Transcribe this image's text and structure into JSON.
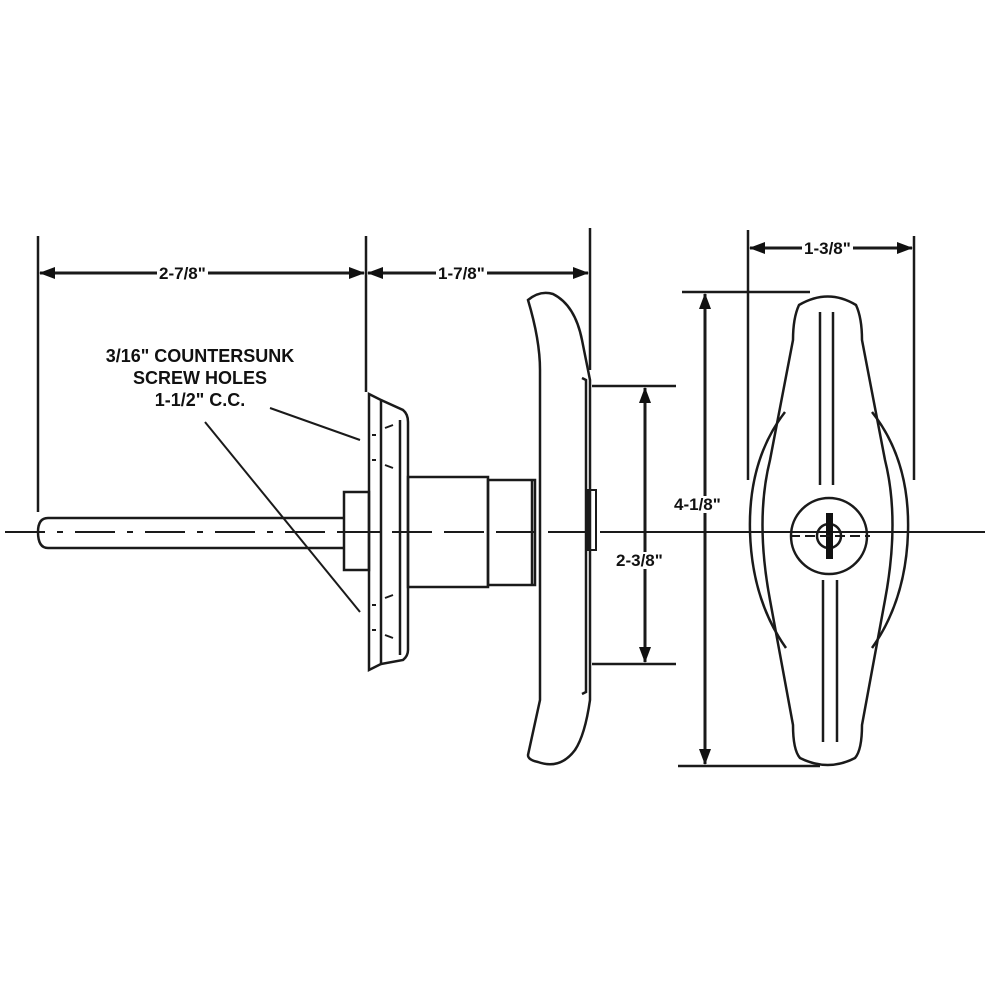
{
  "diagram": {
    "type": "technical-drawing",
    "subject": "T-handle lock assembly with side and front views",
    "stroke_color": "#1a1a1a",
    "background": "#ffffff"
  },
  "dimensions": {
    "shaft_length": "2-7/8\"",
    "body_length": "1-7/8\"",
    "handle_width": "1-3/8\"",
    "handle_height": "4-1/8\"",
    "escutcheon_height": "2-3/8\""
  },
  "note": {
    "line1": "3/16\" COUNTERSUNK",
    "line2": "SCREW HOLES",
    "line3": "1-1/2\" C.C."
  },
  "views": [
    {
      "name": "side-view",
      "parts": [
        "shaft",
        "mounting-flange",
        "body-cylinder",
        "handle-profile"
      ]
    },
    {
      "name": "front-view",
      "parts": [
        "t-handle",
        "key-cylinder",
        "keyway"
      ]
    }
  ]
}
